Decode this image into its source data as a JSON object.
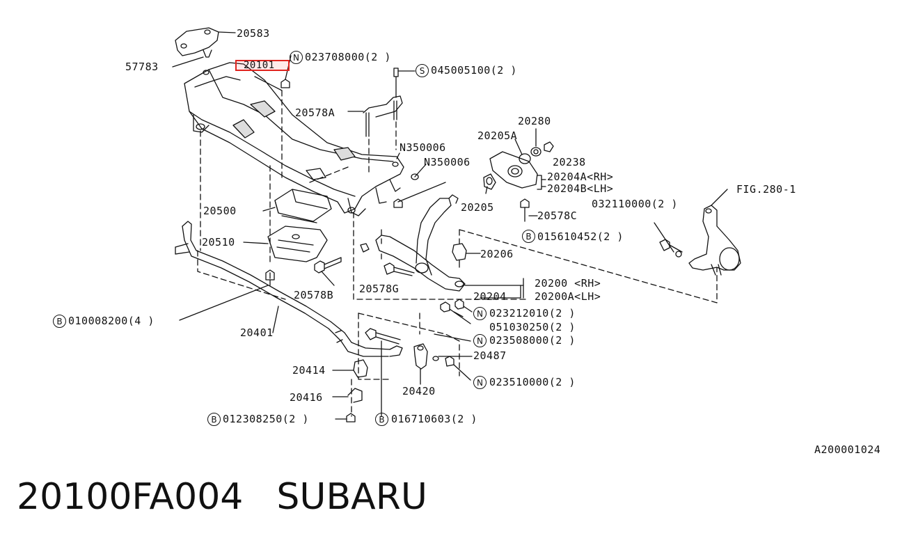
{
  "diagram": {
    "highlighted_part": "20101",
    "reference_code": "A200001024",
    "labels": {
      "p20583": "20583",
      "p57783": "57783",
      "p20101": "20101",
      "p023708000": "023708000(2 )",
      "p045005100": "045005100(2 )",
      "p20578A": "20578A",
      "p20280": "20280",
      "p20205A": "20205A",
      "p20238": "20238",
      "pN350006a": "N350006",
      "pN350006b": "N350006",
      "p20204A": "20204A<RH>",
      "p20204B": "20204B<LH>",
      "pFIG": "FIG.280-1",
      "p20205": "20205",
      "p032110000": "032110000(2 )",
      "p20578C": "20578C",
      "p20500": "20500",
      "p20510": "20510",
      "p015610452": "015610452(2 )",
      "p20206": "20206",
      "p20578B": "20578B",
      "p20578G": "20578G",
      "p20200": "20200  <RH>",
      "p20200A": "20200A<LH>",
      "p20204": "20204",
      "p023212010": "023212010(2 )",
      "p051030250": "051030250(2 )",
      "p023508000": "023508000(2 )",
      "p010008200": "010008200(4 )",
      "p20401": "20401",
      "p20487": "20487",
      "p20414": "20414",
      "p023510000": "023510000(2 )",
      "p20420": "20420",
      "p20416": "20416",
      "p012308250": "012308250(2 )",
      "p016710603": "016710603(2 )"
    },
    "badges": {
      "n1": "N",
      "s1": "S",
      "n2": "N",
      "n3": "N",
      "n4": "N",
      "b1": "B",
      "b2": "B",
      "b3": "B",
      "b4": "B"
    }
  },
  "footer": {
    "part_number": "20100FA004",
    "brand": "SUBARU"
  }
}
